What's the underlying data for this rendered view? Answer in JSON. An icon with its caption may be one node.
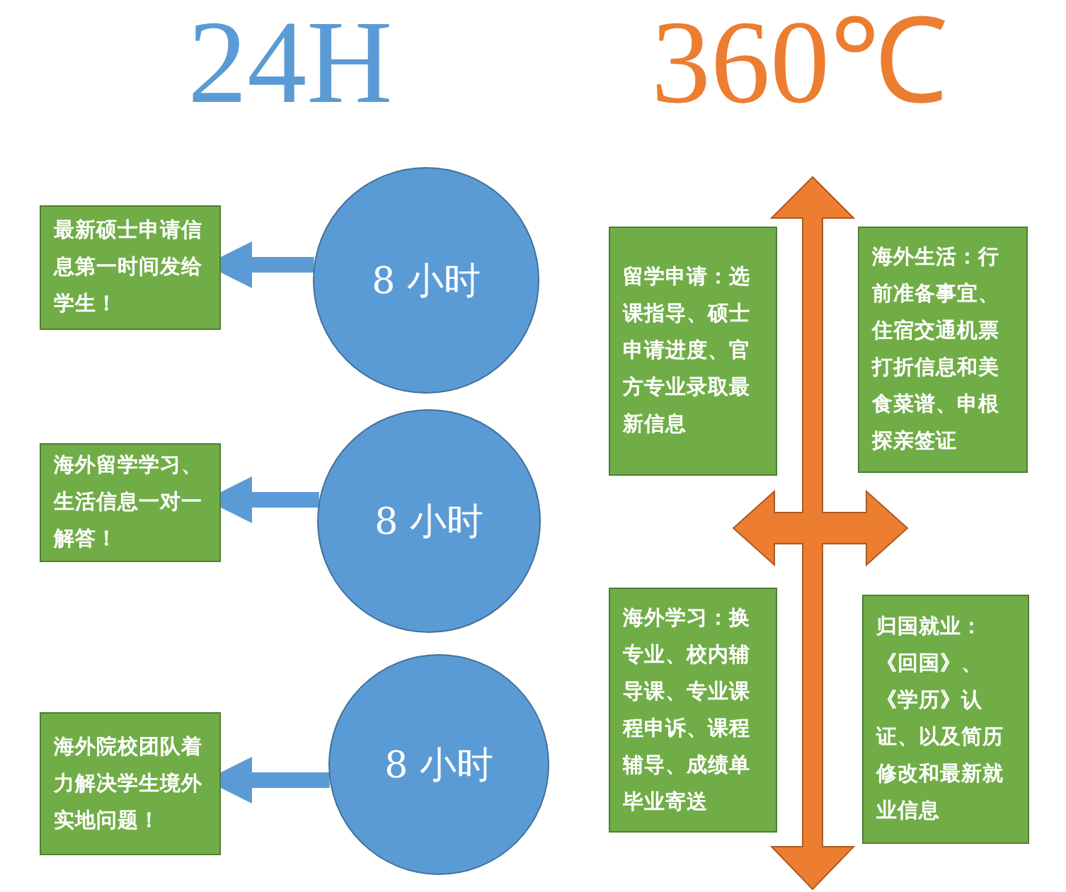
{
  "diagram": {
    "nodes": [
      {
        "text": [
          "8 小时"
        ]
      },
      {
        "text": [
          "最新硕士申请信息第一时间发给学生！"
        ]
      },
      {
        "text": [
          "8 小时"
        ]
      },
      {
        "text": [
          "海外留学学习、生活信息一对一解答！"
        ]
      },
      {
        "text": [
          "8 小时"
        ]
      },
      {
        "text": [
          "海外院校团队着力解决学生境外实地问题！"
        ]
      },
      {
        "text": [
          "留学申请：选课指导、硕士申请进度、官方专业录取最新信息"
        ]
      },
      {
        "text": [
          "海外生活：行前准备事宜、住宿交通机票打折信息和美食菜谱、申根探亲签证"
        ]
      },
      {
        "text": [
          "海外学习：换专业、校内辅导课、专业课程申诉、课程辅导、成绩单毕业寄送"
        ]
      },
      {
        "text": [
          "归国就业：《回国》、《学历》认证、以及简历修改和最新就业信息"
        ]
      }
    ],
    "edges": [
      {
        "from": 0,
        "to": 1,
        "arrow": "to"
      },
      {
        "from": 2,
        "to": 3,
        "arrow": "to"
      },
      {
        "from": 4,
        "to": 5,
        "arrow": "to"
      }
    ],
    "labels": [
      "24H",
      "360℃"
    ]
  }
}
